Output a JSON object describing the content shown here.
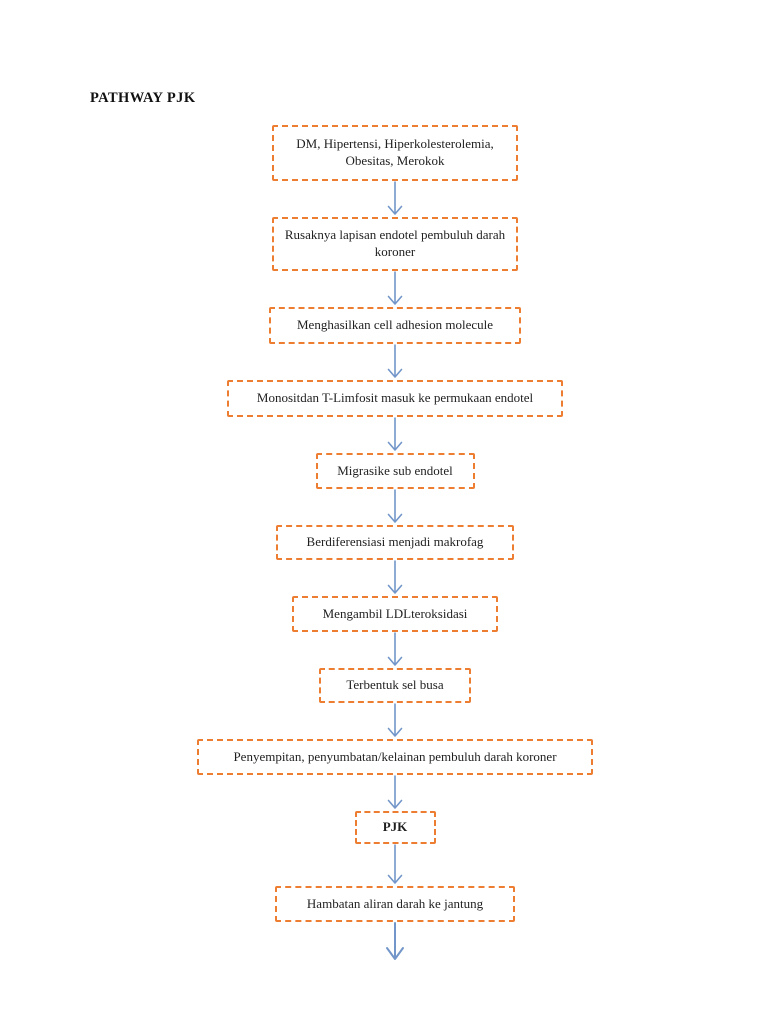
{
  "page": {
    "title": "PATHWAY PJK"
  },
  "colors": {
    "background": "#ffffff",
    "box_border": "#ED7D31",
    "arrow": "#7296C9",
    "text": "#1f1f1f"
  },
  "flowchart": {
    "direction": "top-to-bottom",
    "nodes": [
      {
        "label": "DM, Hipertensi, Hiperkolesterolemia, Obesitas, Merokok"
      },
      {
        "label": "Rusaknya lapisan endotel pembuluh darah koroner"
      },
      {
        "label": "Menghasilkan cell adhesion molecule"
      },
      {
        "label": "Monositdan T-Limfosit masuk ke permukaan endotel"
      },
      {
        "label": "Migrasike sub endotel"
      },
      {
        "label": "Berdiferensiasi menjadi makrofag"
      },
      {
        "label": "Mengambil LDLteroksidasi"
      },
      {
        "label": "Terbentuk sel busa"
      },
      {
        "label": "Penyempitan, penyumbatan/kelainan pembuluh darah koroner"
      },
      {
        "label": "PJK"
      },
      {
        "label": "Hambatan aliran darah ke jantung"
      }
    ]
  }
}
